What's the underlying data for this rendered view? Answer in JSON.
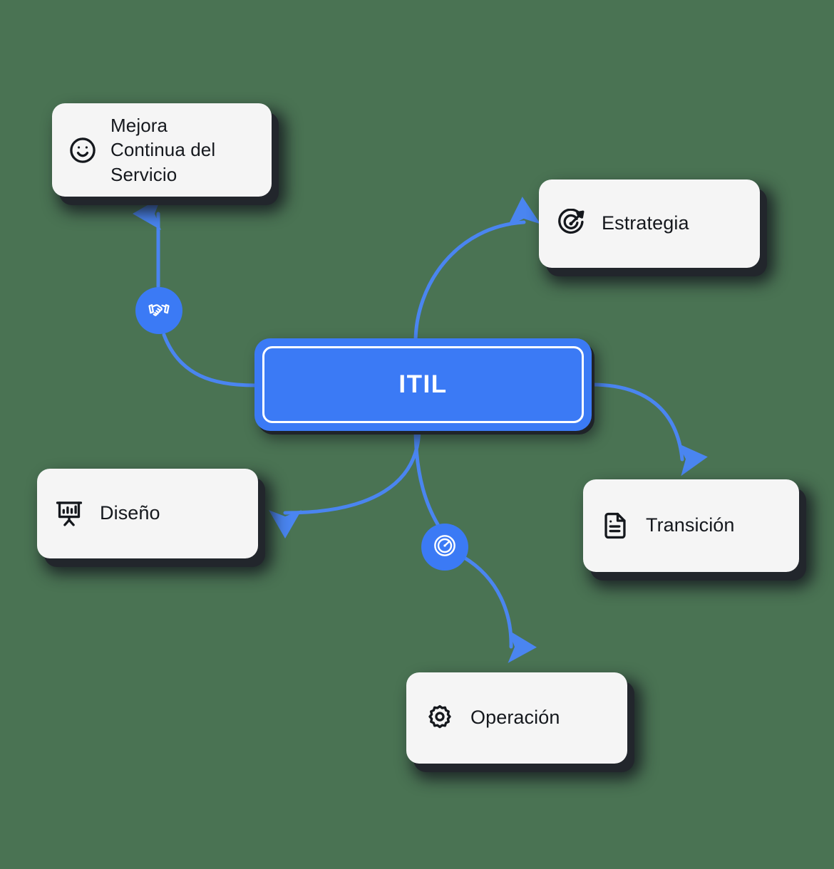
{
  "diagram": {
    "type": "mind-map",
    "center": {
      "label": "ITIL",
      "color": "#3b7af5",
      "text_color": "#ffffff"
    },
    "background_color": "#4a7353",
    "card_color": "#f5f5f5",
    "card_text_color": "#15181d",
    "accent_color": "#3b7af5",
    "nodes": [
      {
        "id": "mejora",
        "label": "Mejora\nContinua del\nServicio",
        "icon": "smiley-face-icon",
        "position": "top-left"
      },
      {
        "id": "estrategia",
        "label": "Estrategia",
        "icon": "target-goal-icon",
        "position": "top-right"
      },
      {
        "id": "diseno",
        "label": "Diseño",
        "icon": "presentation-chart-icon",
        "position": "left"
      },
      {
        "id": "transicion",
        "label": "Transición",
        "icon": "document-text-icon",
        "position": "right"
      },
      {
        "id": "operacion",
        "label": "Operación",
        "icon": "gear-settings-icon",
        "position": "bottom"
      }
    ],
    "badges": [
      {
        "id": "handshake",
        "icon": "handshake-icon",
        "on_edge": "itil-to-mejora"
      },
      {
        "id": "gauge",
        "icon": "gauge-speedometer-icon",
        "on_edge": "itil-to-operacion"
      }
    ],
    "edges": [
      {
        "from": "ITIL",
        "to": "Mejora Continua del Servicio",
        "arrow": true
      },
      {
        "from": "ITIL",
        "to": "Estrategia",
        "arrow": true
      },
      {
        "from": "ITIL",
        "to": "Diseño",
        "arrow": true
      },
      {
        "from": "ITIL",
        "to": "Transición",
        "arrow": true
      },
      {
        "from": "ITIL",
        "to": "Operación",
        "arrow": true
      }
    ]
  }
}
